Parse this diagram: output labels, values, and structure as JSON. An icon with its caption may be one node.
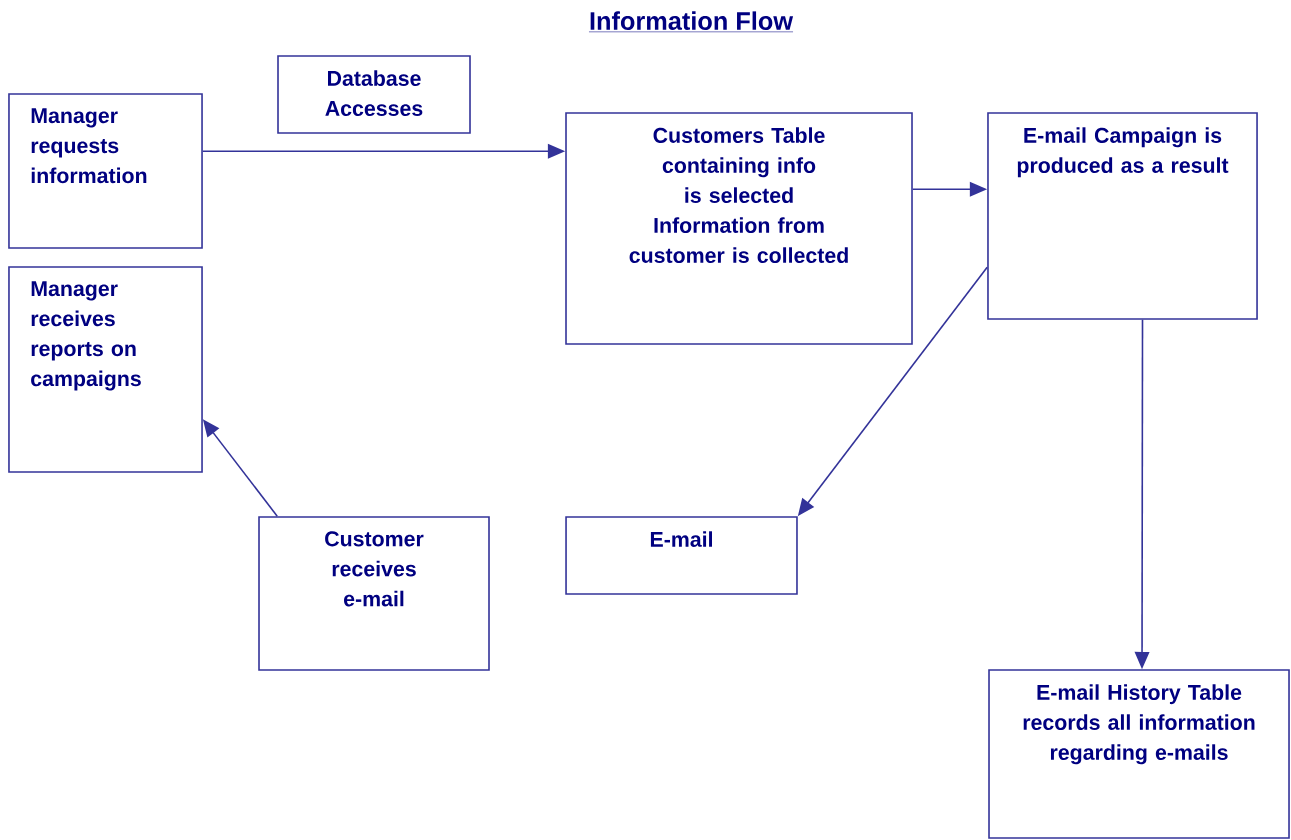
{
  "diagram": {
    "title": "Information Flow",
    "nodes": [
      {
        "text": [
          "Manager requests information"
        ]
      },
      {
        "text": [
          "Database Accesses"
        ]
      },
      {
        "text": [
          "Customers Table containing info is selected",
          "Information from customer is collected"
        ]
      },
      {
        "text": [
          "E-mail Campaign is produced as a result"
        ]
      },
      {
        "text": [
          "Manager receives reports on campaigns"
        ]
      },
      {
        "text": [
          "Customer receives e-mail"
        ]
      },
      {
        "text": [
          "E-mail"
        ]
      },
      {
        "text": [
          "E-mail History Table records all information regarding e-mails"
        ]
      }
    ],
    "edges": [
      {
        "from": 0,
        "to": 2,
        "arrow": "to"
      },
      {
        "from": 2,
        "to": 3,
        "arrow": "to"
      },
      {
        "from": 3,
        "to": 6,
        "arrow": "to"
      },
      {
        "from": 3,
        "to": 7,
        "arrow": "to"
      },
      {
        "from": 5,
        "to": 4,
        "arrow": "to"
      }
    ]
  }
}
